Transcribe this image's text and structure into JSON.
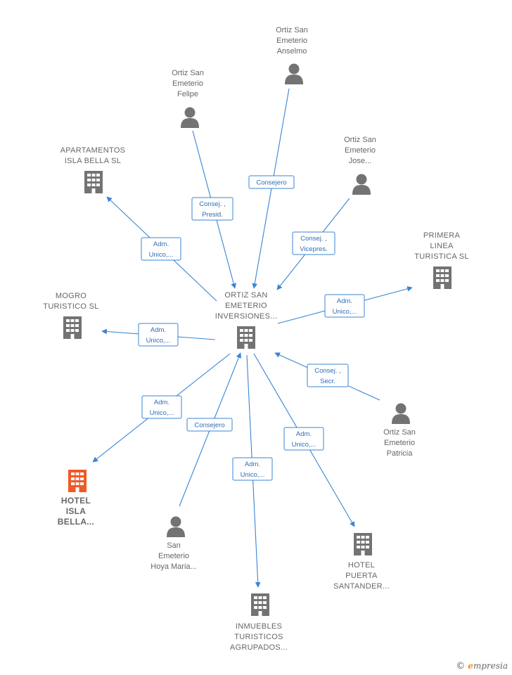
{
  "colors": {
    "edge": "#3a84d4",
    "node": "#737373",
    "highlight": "#f05a28"
  },
  "nodes": [
    {
      "id": "center",
      "kind": "company",
      "lines": [
        "ORTIZ SAN",
        "EMETERIO",
        "INVERSIONES..."
      ]
    },
    {
      "id": "anselmo",
      "kind": "person",
      "lines": [
        "Ortiz San",
        "Emeterio",
        "Anselmo"
      ]
    },
    {
      "id": "felipe",
      "kind": "person",
      "lines": [
        "Ortiz San",
        "Emeterio",
        "Felipe"
      ]
    },
    {
      "id": "jose",
      "kind": "person",
      "lines": [
        "Ortiz San",
        "Emeterio",
        "Jose..."
      ]
    },
    {
      "id": "apartamentos",
      "kind": "company",
      "lines": [
        "APARTAMENTOS",
        "ISLA BELLA  SL"
      ]
    },
    {
      "id": "primera",
      "kind": "company",
      "lines": [
        "PRIMERA",
        "LINEA",
        "TURISTICA   SL"
      ]
    },
    {
      "id": "mogro",
      "kind": "company",
      "lines": [
        "MOGRO",
        "TURISTICO   SL"
      ]
    },
    {
      "id": "patricia",
      "kind": "person",
      "lines": [
        "Ortiz San",
        "Emeterio",
        "Patricia"
      ]
    },
    {
      "id": "hotelisla",
      "kind": "company",
      "highlight": true,
      "lines": [
        "HOTEL",
        "ISLA",
        "BELLA..."
      ]
    },
    {
      "id": "hoya",
      "kind": "person",
      "lines": [
        "San",
        "Emeterio",
        "Hoya Maria..."
      ]
    },
    {
      "id": "inmuebles",
      "kind": "company",
      "lines": [
        "INMUEBLES",
        "TURISTICOS",
        "AGRUPADOS..."
      ]
    },
    {
      "id": "hotelpuerta",
      "kind": "company",
      "lines": [
        "HOTEL",
        "PUERTA",
        "SANTANDER..."
      ]
    }
  ],
  "edges": [
    {
      "from": "anselmo",
      "to": "center",
      "label": [
        "Consejero"
      ]
    },
    {
      "from": "felipe",
      "to": "center",
      "label": [
        "Consej. ,",
        "Presid."
      ]
    },
    {
      "from": "jose",
      "to": "center",
      "label": [
        "Consej. ,",
        "Vicepres."
      ]
    },
    {
      "from": "center",
      "to": "apartamentos",
      "label": [
        "Adm.",
        "Unico,..."
      ]
    },
    {
      "from": "center",
      "to": "primera",
      "label": [
        "Adm.",
        "Unico,..."
      ]
    },
    {
      "from": "center",
      "to": "mogro",
      "label": [
        "Adm.",
        "Unico,..."
      ]
    },
    {
      "from": "patricia",
      "to": "center",
      "label": [
        "Consej. ,",
        "Secr."
      ]
    },
    {
      "from": "center",
      "to": "hotelisla",
      "label": [
        "Adm.",
        "Unico,..."
      ]
    },
    {
      "from": "hoya",
      "to": "center",
      "label": [
        "Consejero"
      ]
    },
    {
      "from": "center",
      "to": "inmuebles",
      "label": [
        "Adm.",
        "Unico,..."
      ]
    },
    {
      "from": "center",
      "to": "hotelpuerta",
      "label": [
        "Adm.",
        "Unico,..."
      ]
    }
  ],
  "brand": {
    "copyright": "©",
    "first": "e",
    "rest": "mpresia"
  }
}
